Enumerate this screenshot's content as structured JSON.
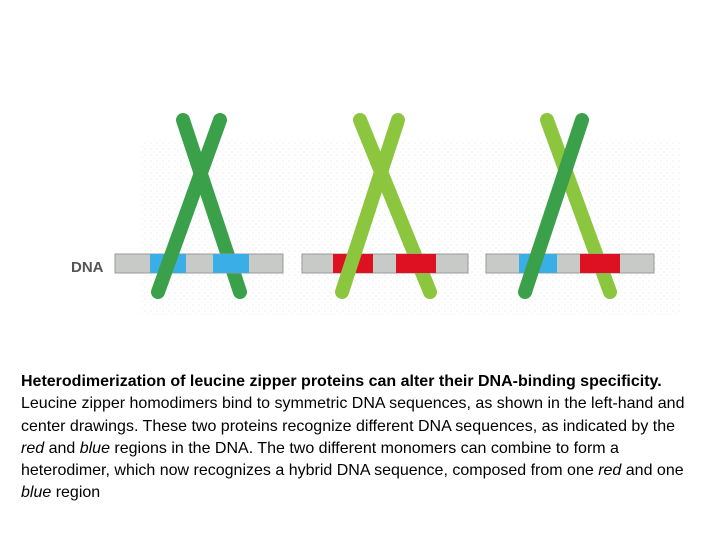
{
  "diagram": {
    "dna_label": "DNA",
    "colors": {
      "dark_green": "#3aa04a",
      "light_green": "#8cc63f",
      "red_site": "#dd1122",
      "blue_site": "#3aaee6",
      "dna_strand": "#c8cac8"
    },
    "panels": [
      {
        "name": "left-homodimer",
        "monomer_colors": [
          "dark_green",
          "dark_green"
        ],
        "sites": [
          "blue_site",
          "blue_site"
        ]
      },
      {
        "name": "center-homodimer",
        "monomer_colors": [
          "light_green",
          "light_green"
        ],
        "sites": [
          "red_site",
          "red_site"
        ]
      },
      {
        "name": "right-heterodimer",
        "monomer_colors": [
          "dark_green",
          "light_green"
        ],
        "sites": [
          "blue_site",
          "red_site"
        ]
      }
    ]
  },
  "caption": {
    "title": "Heterodimerization of leucine zipper proteins can alter their DNA-binding specificity.",
    "seg1": " Leucine zipper homodimers bind to symmetric DNA sequences, as shown in the left-hand and center drawings. These two proteins recognize different DNA sequences, as indicated by the ",
    "red": "red",
    "seg2": " and ",
    "blue": "blue",
    "seg3": " regions in the DNA. The two different monomers can combine to form a heterodimer, which now recognizes a hybrid DNA sequence, composed from one ",
    "red2": "red",
    "seg4": " and one ",
    "blue2": "blue",
    "seg5": " region"
  }
}
